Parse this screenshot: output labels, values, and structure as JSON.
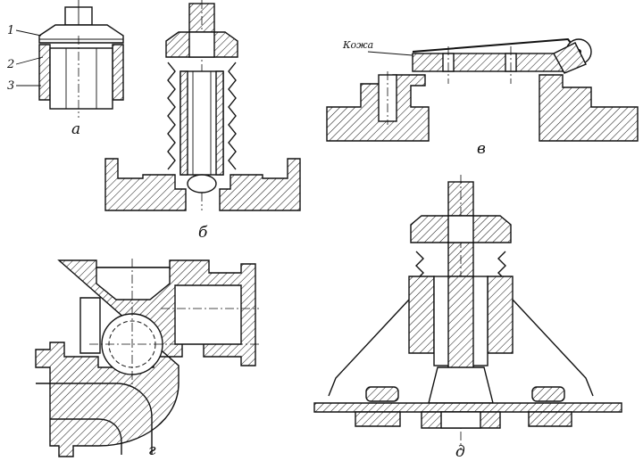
{
  "figure": {
    "labels": {
      "part1": "1",
      "part2": "2",
      "part3": "3",
      "leather": "Кожа"
    },
    "captions": {
      "a": "а",
      "b": "б",
      "v": "в",
      "g": "г",
      "d": "д"
    }
  }
}
